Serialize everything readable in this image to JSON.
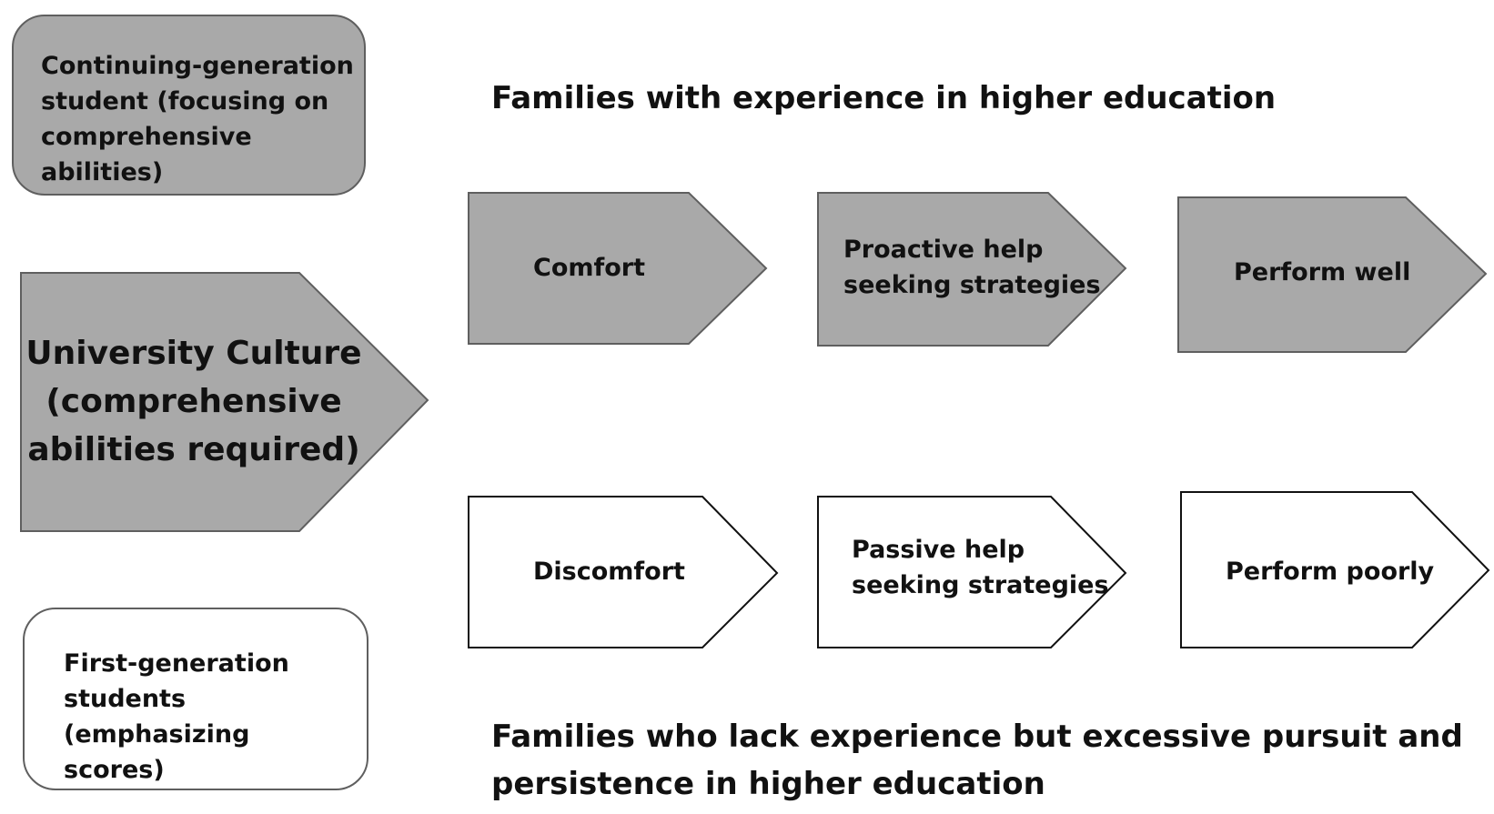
{
  "continuing_box": {
    "lines": [
      "Continuing-generation",
      "student (focusing on",
      "comprehensive abilities)"
    ]
  },
  "first_gen_box": {
    "lines": [
      "First-generation",
      "students (emphasizing",
      "scores)"
    ]
  },
  "university_culture": {
    "lines": [
      "University Culture",
      "(comprehensive",
      "abilities required)"
    ]
  },
  "top_heading": "Families with experience in higher education",
  "bottom_heading": {
    "lines": [
      "Families who lack experience but excessive pursuit and",
      "persistence in higher education"
    ]
  },
  "top_path": [
    {
      "lines": [
        "Comfort"
      ]
    },
    {
      "lines": [
        "Proactive help",
        "seeking strategies"
      ]
    },
    {
      "lines": [
        "Perform well"
      ]
    }
  ],
  "bottom_path": [
    {
      "lines": [
        "Discomfort"
      ]
    },
    {
      "lines": [
        "Passive help",
        "seeking strategies"
      ]
    },
    {
      "lines": [
        "Perform poorly"
      ]
    }
  ],
  "colors": {
    "filled": "#a9a9a9",
    "outline": "#5f5f5f",
    "empty": "#ffffff"
  }
}
